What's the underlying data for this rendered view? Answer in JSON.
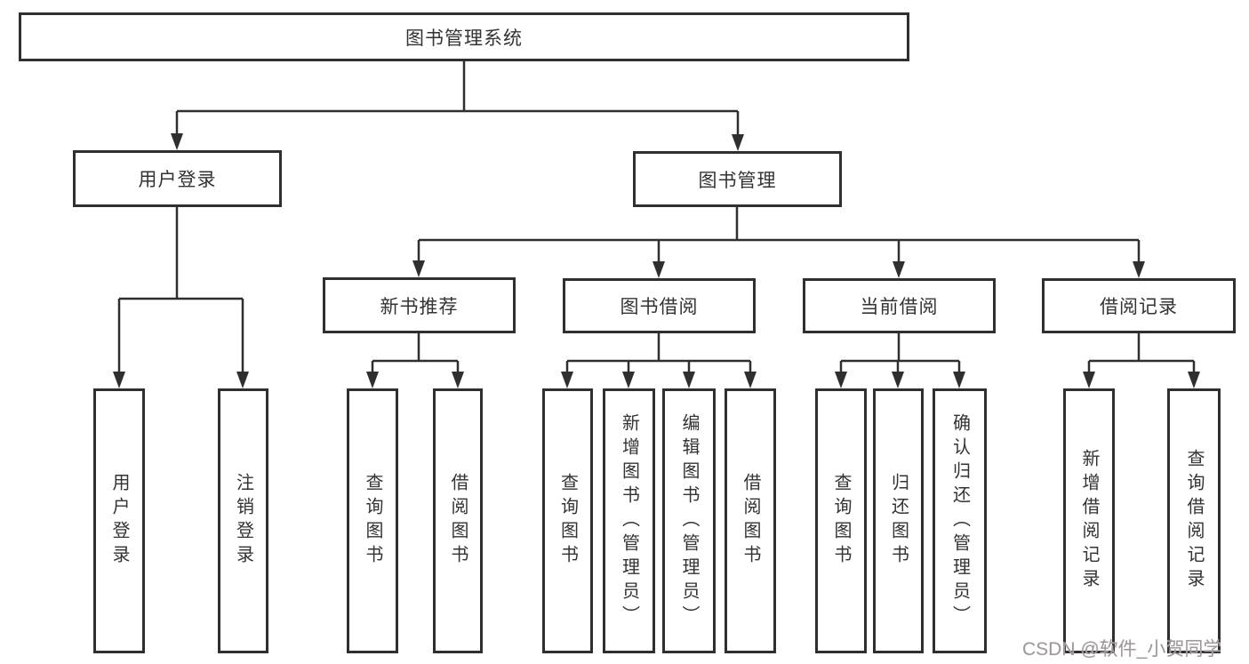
{
  "tree": {
    "root": {
      "label": "图书管理系统"
    },
    "branches": [
      {
        "label": "用户登录",
        "children": [
          {
            "label": "用户登录"
          },
          {
            "label": "注销登录"
          }
        ]
      },
      {
        "label": "图书管理",
        "children": [
          {
            "label": "新书推荐",
            "children": [
              {
                "label": "查询图书"
              },
              {
                "label": "借阅图书"
              }
            ]
          },
          {
            "label": "图书借阅",
            "children": [
              {
                "label": "查询图书"
              },
              {
                "label": "新增图书（管理员）"
              },
              {
                "label": "编辑图书（管理员）"
              },
              {
                "label": "借阅图书"
              }
            ]
          },
          {
            "label": "当前借阅",
            "children": [
              {
                "label": "查询图书"
              },
              {
                "label": "归还图书"
              },
              {
                "label": "确认归还（管理员）"
              }
            ]
          },
          {
            "label": "借阅记录",
            "children": [
              {
                "label": "新增借阅记录"
              },
              {
                "label": "查询借阅记录"
              }
            ]
          }
        ]
      }
    ]
  },
  "watermark": {
    "text": "CSDN @软件_小贺同学"
  },
  "colors": {
    "line": "#2f2f2f",
    "border": "#2f2f2f",
    "text": "#333333",
    "watermark_text": "#9a9a9a",
    "background": "#ffffff"
  }
}
